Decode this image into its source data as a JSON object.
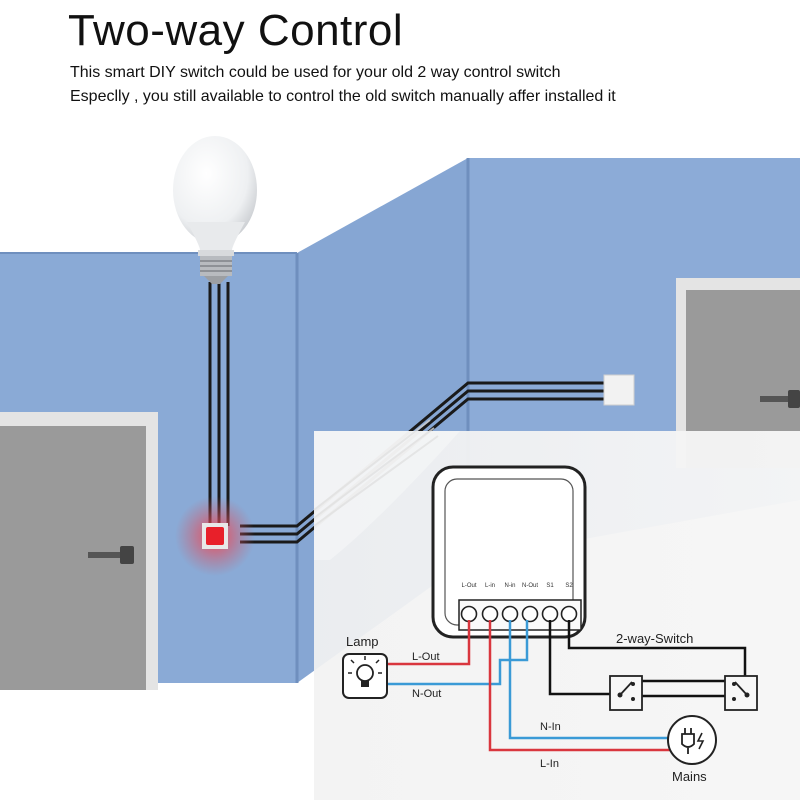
{
  "header": {
    "title": "Two-way Control",
    "line1": "This smart DIY switch could be used for your old 2 way control switch",
    "line2": "Especlly , you still available to control the old switch manually affer installed it"
  },
  "module": {
    "terminals": [
      "L-Out",
      "L-in",
      "N-in",
      "N-Out",
      "S1",
      "S2"
    ]
  },
  "wiring": {
    "lamp_label": "Lamp",
    "l_out": "L-Out",
    "n_out": "N-Out",
    "switch_label": "2-way-Switch",
    "n_in": "N-In",
    "l_in": "L-In",
    "mains_label": "Mains"
  },
  "colors": {
    "wall": "#8aaad6",
    "live_wire": "#d9363e",
    "neutral_wire": "#3a9ad6",
    "switch_wire": "#111111",
    "indicator": "#e8202a"
  }
}
